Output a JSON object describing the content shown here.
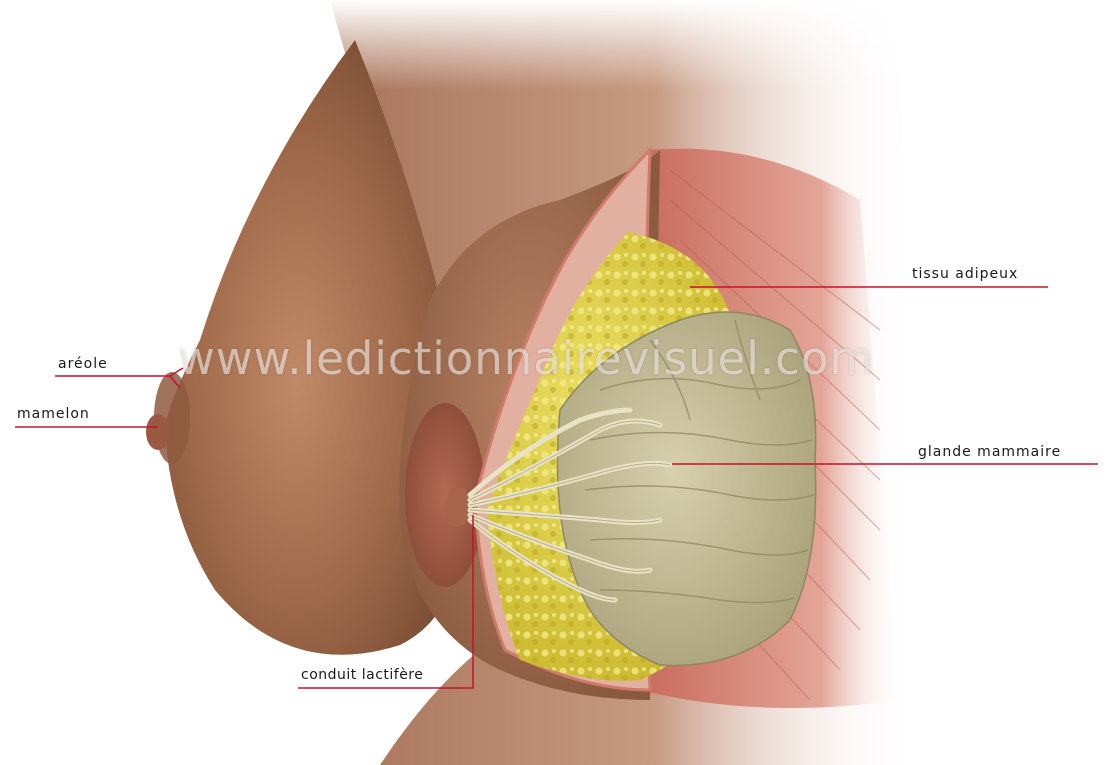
{
  "labels": {
    "areole": "aréole",
    "mamelon": "mamelon",
    "tissu_adipeux": "tissu adipeux",
    "glande_mammaire": "glande mammaire",
    "conduit_lactifere": "conduit lactifère"
  },
  "watermark": "www.ledictionnairevisuel.com",
  "colors": {
    "leader_line": "#c8102e",
    "skin": "#b07a5a",
    "fat": "#d9cc3a",
    "gland": "#c9c19a",
    "muscle": "#d99a8a"
  }
}
